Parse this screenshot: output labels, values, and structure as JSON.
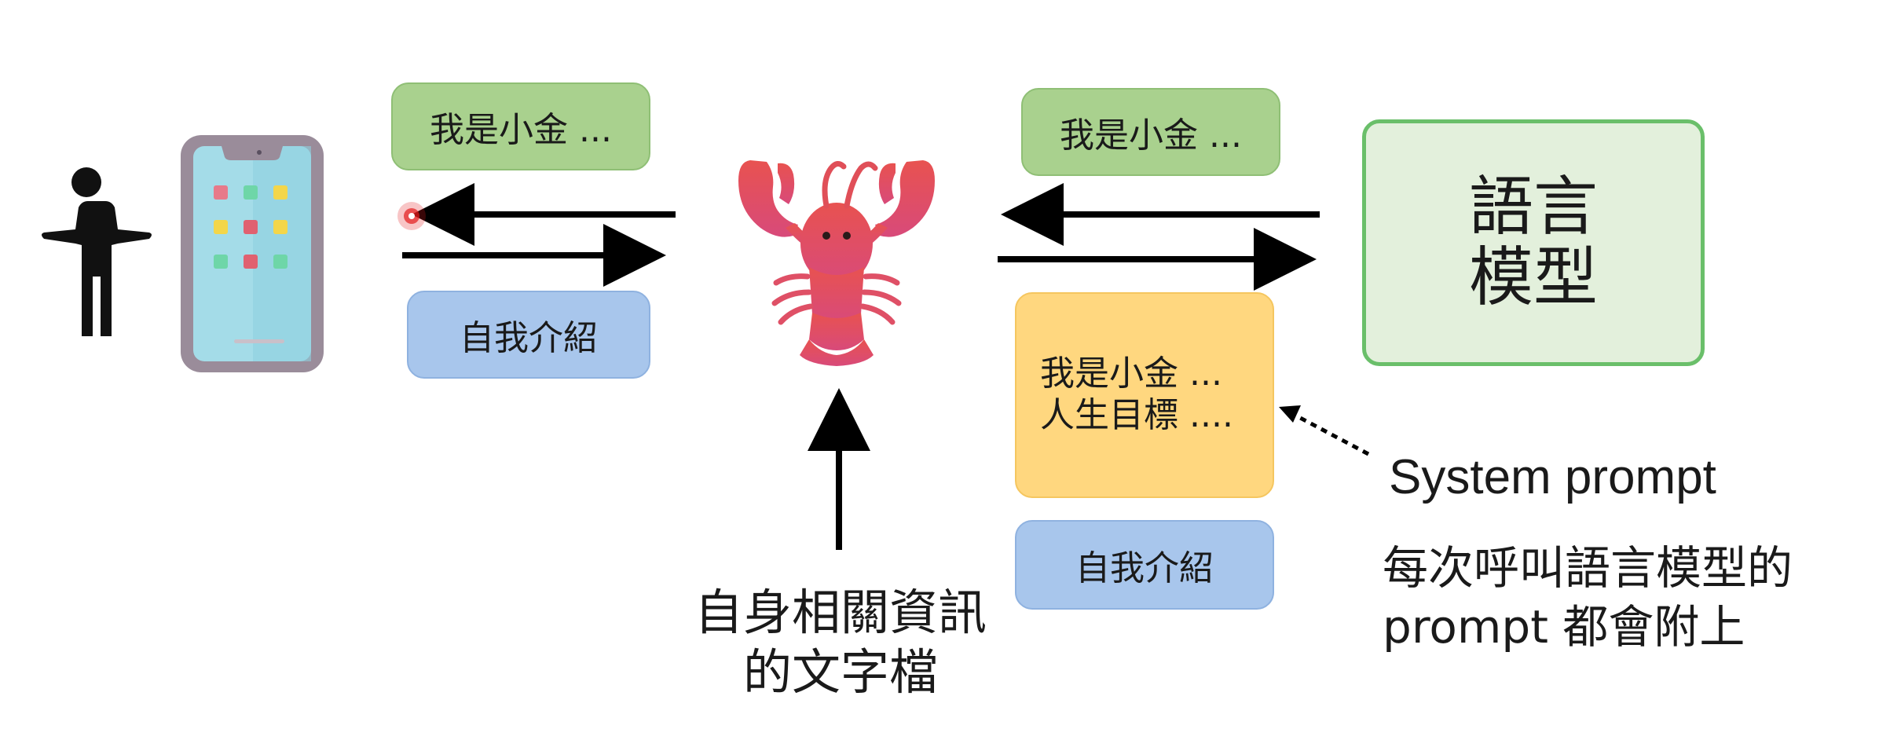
{
  "messages": {
    "user_reply": "我是小金 ...",
    "user_request": "自我介紹",
    "model_reply": "我是小金 ...",
    "model_request": "自我介紹"
  },
  "language_model": {
    "line1": "語言",
    "line2": "模型"
  },
  "system_prompt_box": {
    "line1": "我是小金 ...",
    "line2": "人生目標 ...."
  },
  "system_prompt_note": {
    "title": "System prompt",
    "line1": "每次呼叫語言模型的",
    "line2": "prompt 都會附上"
  },
  "file_note": {
    "line1": "自身相關資訊",
    "line2": "的文字檔"
  },
  "colors": {
    "green_fill": "#a9d18e",
    "blue_fill": "#a8c6ec",
    "yellow_fill": "#ffd77f",
    "llm_fill": "#e3f0dc",
    "llm_border": "#6abf6a",
    "lobster": "#e0504f",
    "phone_frame": "#9a8c9a",
    "phone_screen": "#a4dce8",
    "pointer": "#e2191b"
  },
  "icons": {
    "person": "person-icon",
    "phone": "phone-icon",
    "agent": "lobster-icon",
    "pointer": "laser-pointer-icon"
  }
}
